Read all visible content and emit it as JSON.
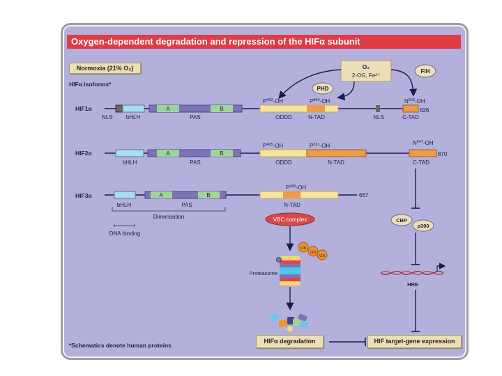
{
  "title": "Oxygen-dependent degradation and repression of the HIFα subunit",
  "condition_label": "Normoxia (21% O₂)",
  "isoforms_heading": "HIFα isoforms*",
  "footnote": "*Schematics denote human proteins",
  "cofactor_box": {
    "line1": "O₂",
    "line2": "2-OG, Fe²⁺"
  },
  "enzymes": {
    "phd": "PHD",
    "fih": "FIH"
  },
  "colors": {
    "title_bg": "#e23a42",
    "background": "#b4b0dc",
    "bhlh": "#a8dcf0",
    "pas": "#7c74b8",
    "pas_sub": "#9fd49a",
    "oddd": "#f8e49a",
    "tad": "#ee9a4c",
    "nls": "#666666",
    "vbc": "#d9484c",
    "ub": "#f0922e"
  },
  "isoforms": [
    {
      "name": "HIF1α",
      "domains": {
        "nls_left": "NLS",
        "bhlh": "bHLH",
        "pas": "PAS",
        "pas_a": "A",
        "pas_b": "B",
        "oddd": "ODDD",
        "ntad": "N-TAD",
        "nls_right": "NLS",
        "ctad": "C-TAD"
      },
      "sites": {
        "p1": "P402-OH",
        "p2": "P564-OH",
        "n": "N803-OH"
      },
      "sites_parts": {
        "p1_base": "P",
        "p1_sup": "402",
        "p2_base": "P",
        "p2_sup": "564",
        "n_base": "N",
        "n_sup": "803",
        "suffix": "-OH"
      },
      "length": "826"
    },
    {
      "name": "HIF2α",
      "domains": {
        "bhlh": "bHLH",
        "pas": "PAS",
        "pas_a": "A",
        "pas_b": "B",
        "oddd": "ODDD",
        "ntad": "N-TAD",
        "ctad": "C-TAD"
      },
      "sites_parts": {
        "p1_base": "P",
        "p1_sup": "405",
        "p2_base": "P",
        "p2_sup": "531",
        "n_base": "N",
        "n_sup": "847",
        "suffix": "-OH"
      },
      "length": "870"
    },
    {
      "name": "HIF3α",
      "domains": {
        "bhlh": "bHLH",
        "pas": "PAS",
        "pas_a": "A",
        "pas_b": "B",
        "ntad": "N-TAD"
      },
      "sites_parts": {
        "p1_base": "P",
        "p1_sup": "490",
        "suffix": "-OH"
      },
      "length": "667"
    }
  ],
  "region_labels": {
    "dimerisation": "Dimerisation",
    "dna_binding": "DNA binding"
  },
  "pathway": {
    "vbc": "VBC complex",
    "ub": [
      "Ub",
      "Ub",
      "Ub"
    ],
    "proteasome": "Proteasome",
    "cbp": "CBP",
    "p300": "p300",
    "hre": "HRE",
    "degradation": "HIFα degradation",
    "expression": "HIF target-gene expression"
  }
}
